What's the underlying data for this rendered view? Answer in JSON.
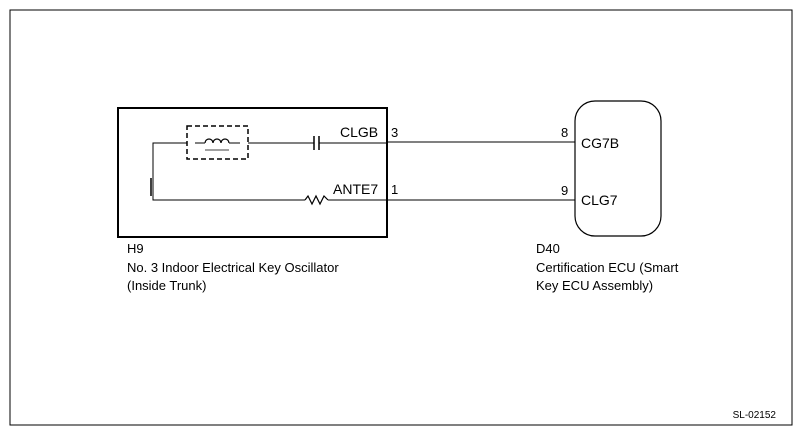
{
  "diagram_code": "SL-02152",
  "h9": {
    "code": "H9",
    "name_line1": "No. 3 Indoor Electrical Key Oscillator",
    "name_line2": "(Inside Trunk)",
    "terminals": [
      {
        "signal": "CLGB",
        "pin": "3"
      },
      {
        "signal": "ANTE7",
        "pin": "1"
      }
    ]
  },
  "d40": {
    "code": "D40",
    "name_line1": "Certification ECU (Smart",
    "name_line2": "Key ECU Assembly)",
    "terminals": [
      {
        "pin": "8",
        "signal": "CG7B"
      },
      {
        "pin": "9",
        "signal": "CLG7"
      }
    ]
  }
}
